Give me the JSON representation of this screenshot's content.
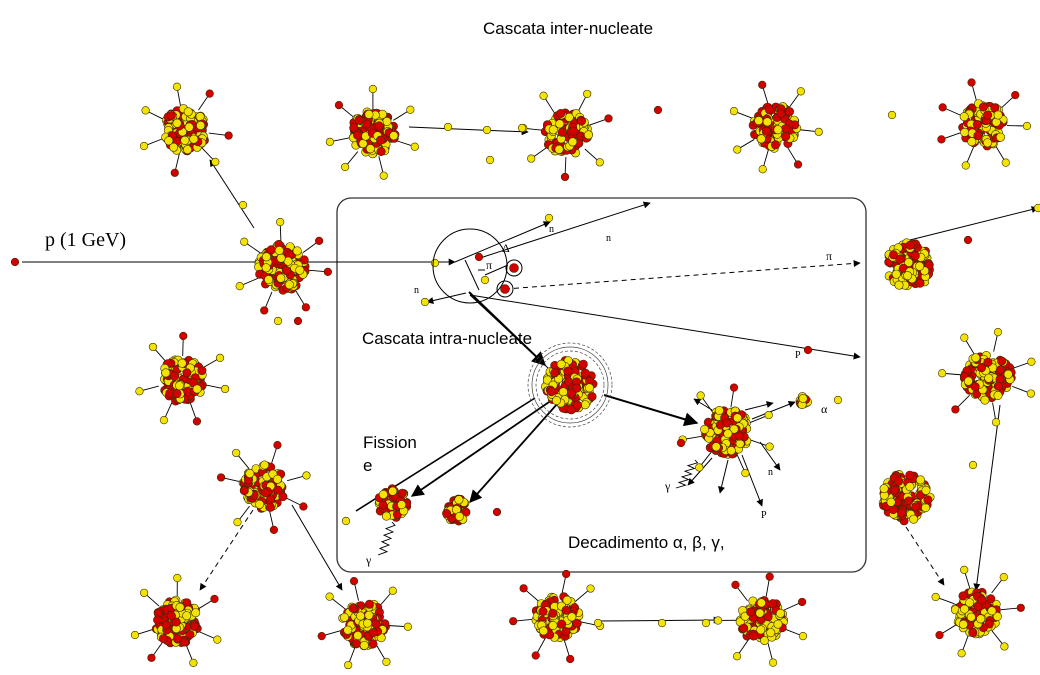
{
  "title": "Cascata inter-nucleate",
  "beam_label": "p (1 GeV)",
  "intra_label": "Cascata intra-nucleate",
  "fission_label_line1": "Fission",
  "fission_label_line2": "e",
  "decay_label": "Decadimento α, β, γ,",
  "particle_labels": {
    "n": "n",
    "p": "P",
    "delta": "Δ",
    "pi": "π",
    "alpha": "α",
    "gamma": "γ"
  },
  "colors": {
    "proton": "#d40000",
    "neutron": "#f2e400",
    "box": "#333333",
    "line": "#000000"
  }
}
